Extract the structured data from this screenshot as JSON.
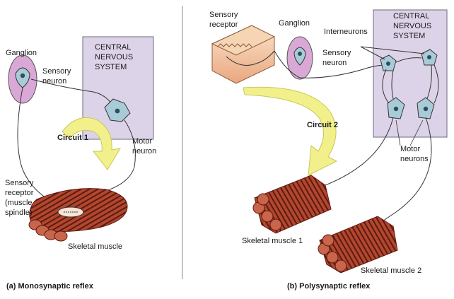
{
  "panel_a": {
    "ganglion": "Ganglion",
    "sensory_neuron": [
      "Sensory",
      "neuron"
    ],
    "cns": [
      "CENTRAL",
      "NERVOUS",
      "SYSTEM"
    ],
    "circuit": "Circuit 1",
    "motor_neuron": [
      "Motor",
      "neuron"
    ],
    "sensory_receptor": [
      "Sensory",
      "receptor",
      "(muscle",
      "spindle)"
    ],
    "skeletal_muscle": "Skeletal muscle",
    "caption": "(a) Monosynaptic reflex"
  },
  "panel_b": {
    "sensory_receptor": [
      "Sensory",
      "receptor"
    ],
    "ganglion": "Ganglion",
    "interneurons": "Interneurons",
    "cns": [
      "CENTRAL",
      "NERVOUS",
      "SYSTEM"
    ],
    "sensory_neuron": [
      "Sensory",
      "neuron"
    ],
    "circuit": "Circuit 2",
    "motor_neurons": [
      "Motor",
      "neurons"
    ],
    "skeletal_muscle_1": "Skeletal muscle 1",
    "skeletal_muscle_2": "Skeletal muscle 2",
    "caption": "(b) Polysynaptic reflex"
  },
  "colors": {
    "cns_box": "#ddd3e8",
    "ganglion": "#d9a8d6",
    "cell_body": "#a9cbd8",
    "muscle": "#b2472e",
    "arrow": "#f2f08a",
    "skin": "#f3c9a2"
  }
}
